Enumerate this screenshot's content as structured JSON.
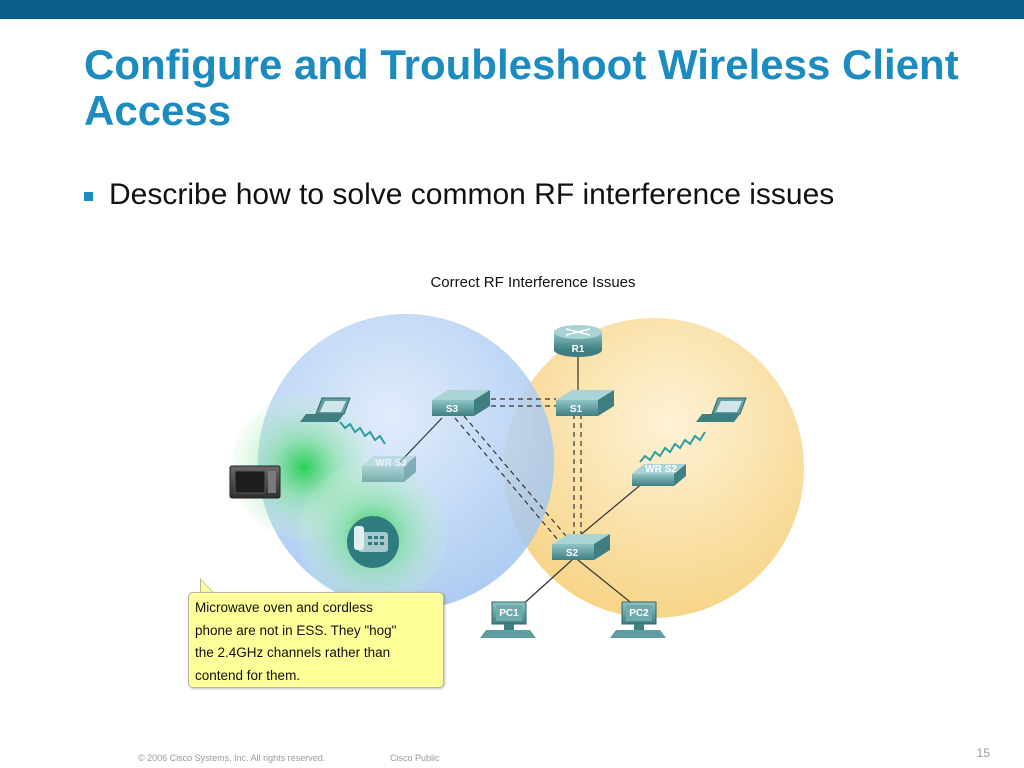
{
  "slide": {
    "title": "Configure and Troubleshoot Wireless Client Access",
    "bullet": "Describe how to solve common RF interference issues",
    "page_number": "15"
  },
  "diagram": {
    "title": "Correct RF Interference Issues",
    "devices": {
      "router": "R1",
      "switch_s1": "S1",
      "switch_s2": "S2",
      "switch_s3": "S3",
      "wireless_router_1": "WR S3",
      "wireless_router_2": "WR S2",
      "pc1": "PC1",
      "pc2": "PC2"
    },
    "callout": [
      "Microwave oven and cordless",
      "phone are not in ESS. They \"hog\"",
      "the 2.4GHz channels rather than",
      "contend for them."
    ],
    "colors": {
      "left_bss": "#a9c8f0",
      "right_bss": "#f7d487",
      "interference": "#2ecc55",
      "device": "#5f9ea0"
    }
  },
  "footer": {
    "copyright": "© 2006 Cisco Systems, Inc. All rights reserved.",
    "classification": "Cisco Public"
  }
}
